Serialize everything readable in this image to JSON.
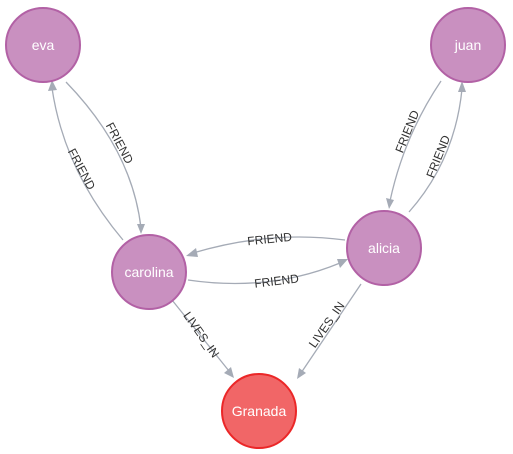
{
  "colors": {
    "person_fill": "#c990c0",
    "person_stroke": "#b261a5",
    "city_fill": "#f16667",
    "city_stroke": "#eb2728",
    "edge": "#a5abb6",
    "edge_text": "#333333"
  },
  "nodes": {
    "eva": {
      "label": "eva",
      "kind": "person"
    },
    "juan": {
      "label": "juan",
      "kind": "person"
    },
    "carolina": {
      "label": "carolina",
      "kind": "person"
    },
    "alicia": {
      "label": "alicia",
      "kind": "person"
    },
    "granada": {
      "label": "Granada",
      "kind": "city"
    }
  },
  "edges": {
    "eva_carolina": {
      "from": "eva",
      "to": "carolina",
      "label": "FRIEND"
    },
    "carolina_eva": {
      "from": "carolina",
      "to": "eva",
      "label": "FRIEND"
    },
    "juan_alicia": {
      "from": "juan",
      "to": "alicia",
      "label": "FRIEND"
    },
    "alicia_juan": {
      "from": "alicia",
      "to": "juan",
      "label": "FRIEND"
    },
    "alicia_carolina": {
      "from": "alicia",
      "to": "carolina",
      "label": "FRIEND"
    },
    "carolina_alicia": {
      "from": "carolina",
      "to": "alicia",
      "label": "FRIEND"
    },
    "carolina_granada": {
      "from": "carolina",
      "to": "granada",
      "label": "LIVES_IN"
    },
    "alicia_granada": {
      "from": "alicia",
      "to": "granada",
      "label": "LIVES_IN"
    }
  }
}
